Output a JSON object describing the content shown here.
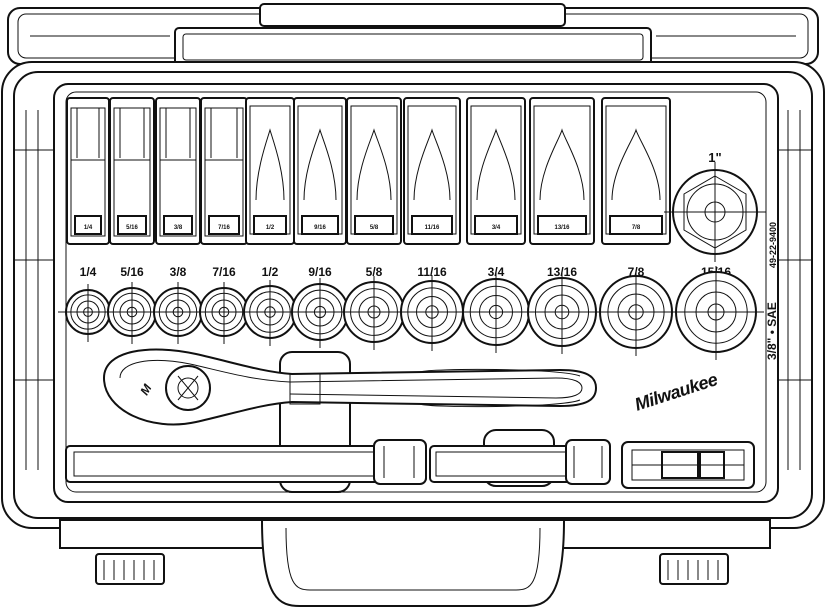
{
  "sockets": [
    {
      "size": "1/4",
      "stamp": "1/4"
    },
    {
      "size": "5/16",
      "stamp": "5/16"
    },
    {
      "size": "3/8",
      "stamp": "3/8"
    },
    {
      "size": "7/16",
      "stamp": "7/16"
    },
    {
      "size": "1/2",
      "stamp": "1/2"
    },
    {
      "size": "9/16",
      "stamp": "9/16"
    },
    {
      "size": "5/8",
      "stamp": "5/8"
    },
    {
      "size": "11/16",
      "stamp": "11/16"
    },
    {
      "size": "3/4",
      "stamp": "3/4"
    },
    {
      "size": "13/16",
      "stamp": "13/16"
    },
    {
      "size": "7/8",
      "stamp": "7/8"
    },
    {
      "size": "15/16",
      "stamp": ""
    }
  ],
  "large_socket": {
    "size": "1\""
  },
  "side_label": "3/8\" • SAE",
  "side_label_2": "49-22-9400",
  "brand": "Milwaukee",
  "colors": {
    "line": "#111111",
    "background": "#ffffff"
  }
}
